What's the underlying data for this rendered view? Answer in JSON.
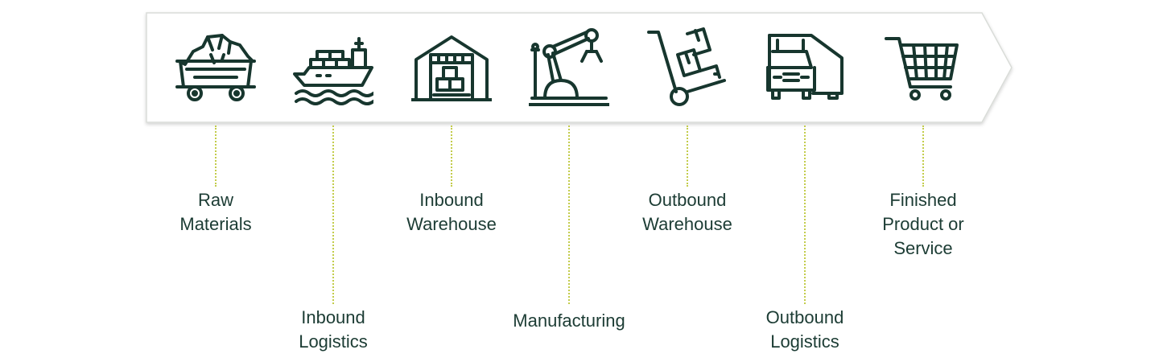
{
  "colors": {
    "icon_stroke": "#17362e",
    "connector": "#c3cc4b",
    "label_text": "#1c3c34",
    "banner_fill": "#ffffff",
    "banner_border": "#d9dcd8"
  },
  "stages": [
    {
      "id": "raw-materials",
      "icon": "mine-cart-icon",
      "label": "Raw\nMaterials",
      "row": "top"
    },
    {
      "id": "inbound-logistics",
      "icon": "cargo-ship-icon",
      "label": "Inbound\nLogistics",
      "row": "bottom"
    },
    {
      "id": "inbound-warehouse",
      "icon": "warehouse-icon",
      "label": "Inbound\nWarehouse",
      "row": "top"
    },
    {
      "id": "manufacturing",
      "icon": "robotic-arm-icon",
      "label": "Manufacturing",
      "row": "bottom"
    },
    {
      "id": "outbound-warehouse",
      "icon": "hand-truck-icon",
      "label": "Outbound\nWarehouse",
      "row": "top"
    },
    {
      "id": "outbound-logistics",
      "icon": "delivery-truck-icon",
      "label": "Outbound\nLogistics",
      "row": "bottom"
    },
    {
      "id": "finished-product",
      "icon": "shopping-cart-icon",
      "label": "Finished\nProduct or\nService",
      "row": "top"
    }
  ]
}
